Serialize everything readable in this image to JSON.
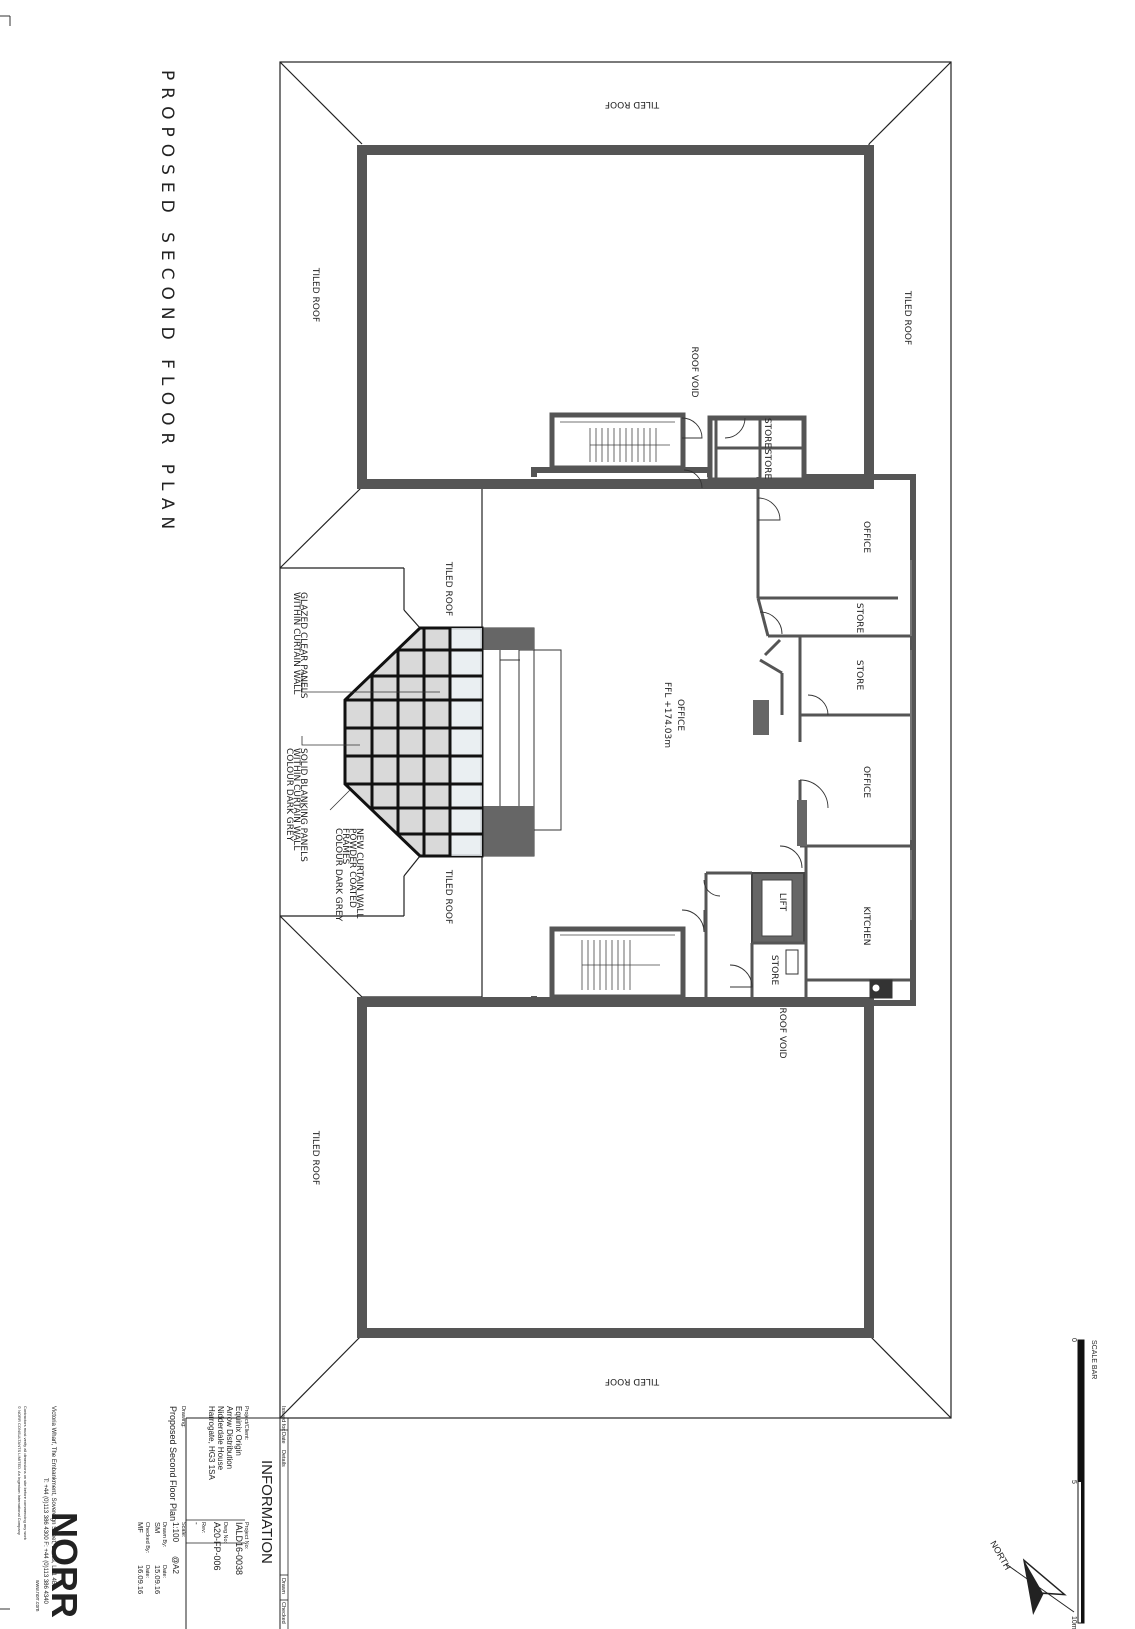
{
  "drawing_title": "PROPOSED SECOND FLOOR PLAN",
  "rooms": {
    "tiled_roof_top": "TILED ROOF",
    "tiled_roof_bottom": "TILED ROOF",
    "tiled_roof_left_upper": "TILED ROOF",
    "tiled_roof_left_lower": "TILED ROOF",
    "tiled_roof_right": "TILED ROOF",
    "tiled_roof_inner_upper": "TILED ROOF",
    "tiled_roof_inner_lower": "TILED ROOF",
    "roof_void_upper": "ROOF VOID",
    "roof_void_lower": "ROOF VOID",
    "store_a": "STORE",
    "store_b": "STORE",
    "store_c": "STORE",
    "store_d": "STORE",
    "store_e": "STORE",
    "office_a": "OFFICE",
    "office_b": "OFFICE",
    "office_main": "OFFICE",
    "office_main_ffl": "FFL +174.03m",
    "lift": "LIFT",
    "kitchen": "KITCHEN"
  },
  "annotations": {
    "glazed_1": "GLAZED CLEAR PANELS",
    "glazed_2": "WITHIN CURTAIN WALL",
    "solid_1": "SOLID BLANKING PANELS",
    "solid_2": "WITHIN CURTAIN WALL",
    "solid_3": "COLOUR DARK GREY",
    "new_1": "NEW CURTAIN WALL",
    "new_2": "POWDER COATED",
    "new_3": "FRAMES",
    "new_4": "COLOUR DARK GREY"
  },
  "scale_bar": {
    "title": "SCALE BAR",
    "tick_0": "0",
    "tick_5": "5",
    "tick_10": "10m"
  },
  "north_label": "NORTH",
  "title_block": {
    "heading": "INFORMATION",
    "issued_for": "Issued for:",
    "col_date": "Date",
    "col_details": "Details",
    "col_drawn": "Drawn",
    "col_checked": "Checked",
    "project_client_label": "Project/Client:",
    "client_line1": "Equinix Origin",
    "client_line2": "Arrow Distribution",
    "client_line3": "Nidderdale House",
    "client_line4": "Harrogate, HG3 1SA",
    "project_no_label": "Project No:",
    "project_no": "IALD16-0038",
    "dwg_no_label": "Dwg No:",
    "dwg_no": "A20-FP-006",
    "rev_label": "Rev:",
    "rev": "-",
    "drawing_label": "Drawing:",
    "drawing_name": "Proposed Second Floor Plan",
    "scale_label": "Scale:",
    "scale": "1:100",
    "paper": "@A2",
    "drawn_by_label": "Drawn By:",
    "drawn_by": "SM",
    "drawn_date_label": "Date:",
    "drawn_date": "15.09.16",
    "checked_by_label": "Checked By:",
    "checked_by": "MF",
    "checked_date_label": "Date:",
    "checked_date": "16.09.16",
    "logo": "NORR",
    "address": "Victoria Wharf, The Embankment, Sovereign Street, Leeds, LS1 4BA",
    "phone": "T: +44 (0)113 386 4300  F: +44 (0)113 386 4340",
    "web": "www.norr.com",
    "disclaimer1": "Contractors must verify all dimensions on site before commencing any work",
    "disclaimer2": "© NORR CONSULTANTS LIMITED. An Ingenium International Company"
  }
}
